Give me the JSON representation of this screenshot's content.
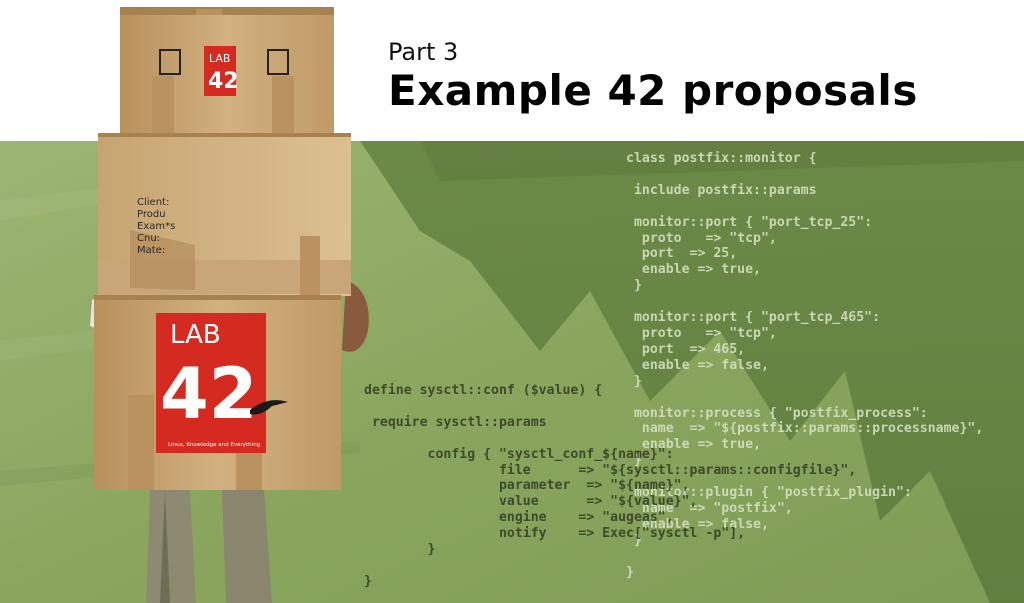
{
  "heading": {
    "part": "Part 3",
    "title": "Example 42 proposals"
  },
  "code": {
    "postfix_monitor": [
      "class postfix::monitor {",
      "",
      " include postfix::params",
      "",
      " monitor::port { \"port_tcp_25\":",
      "  proto   => \"tcp\",",
      "  port  => 25,",
      "  enable => true,",
      " }",
      "",
      " monitor::port { \"port_tcp_465\":",
      "  proto   => \"tcp\",",
      "  port  => 465,",
      "  enable => false,",
      " }",
      "",
      " monitor::process { \"postfix_process\":",
      "  name  => \"${postfix::params::processname}\",",
      "  enable => true,",
      " }",
      "",
      " monitor::plugin { \"postfix_plugin\":",
      "  name  => \"postfix\",",
      "  enable => false,",
      " }",
      "",
      "}"
    ],
    "sysctl_conf": [
      "define sysctl::conf ($value) {",
      "",
      " require sysctl::params",
      "",
      "        config { \"sysctl_conf_${name}\":",
      "                 file      => \"${sysctl::params::configfile}\",",
      "                 parameter  => \"${name}\",",
      "                 value      => \"${value}\",",
      "                 engine    => \"augeas\",",
      "                 notify    => Exec[\"sysctl -p\"],",
      "        }",
      "",
      "}"
    ]
  },
  "boxes": {
    "top_logo": {
      "line1": "LAB",
      "line2": "42"
    },
    "middle_label": [
      "Client:",
      "Produ",
      "Exam*s",
      "Cnu:",
      "Mate:"
    ],
    "bottom_logo": {
      "line1": "LAB",
      "line2": "42",
      "tagline": "Linux, Knowledge and Everything"
    }
  },
  "colors": {
    "green_band": "#8aa760",
    "green_dark": "#6b8a47",
    "cardboard": "#c9a777",
    "logo_red": "#d42a20"
  }
}
